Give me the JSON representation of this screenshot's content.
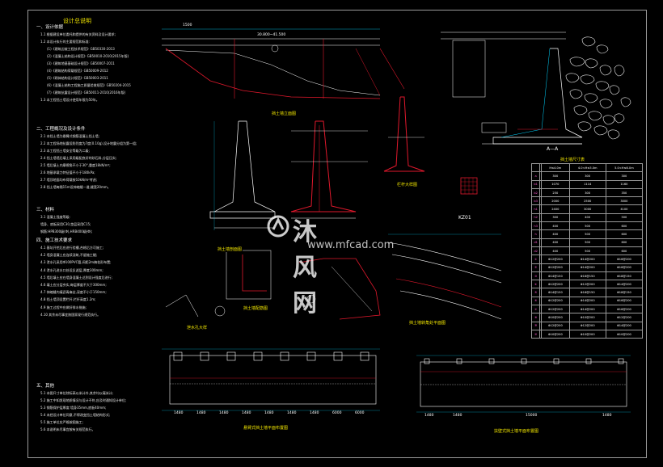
{
  "sheet_title": "设计总说明",
  "sections": {
    "s1": {
      "heading": "一、设计依据",
      "lines": [
        "1.1 根据建设单位委托和提供的有关资料及设计要求;",
        "1.2 本设计执行的主要规范和标准:",
        "(1)《建筑边坡工程技术规范》GB50330-2013",
        "(2)《混凝土结构设计规范》GB50010-2010(2015年版)",
        "(3)《建筑地基基础设计规范》GB50007-2011",
        "(4)《建筑结构荷载规范》GB50009-2012",
        "(5)《砌体结构设计规范》GB50003-2011",
        "(6)《混凝土结构工程施工质量验收规范》GB50204-2015",
        "(7)《建筑抗震设计规范》GB50011-2010(2016年版)",
        "1.3 本工程挡土墙设计使用年限为50年。"
      ]
    },
    "s2": {
      "heading": "二、工程概况及设计条件",
      "lines": [
        "2.1 本挡土墙为悬臂式钢筋混凝土挡土墙;",
        "2.2 本工程场地抗震设防烈度为7度(0.10g),设计地震分组为第一组;",
        "2.3 本工程挡土墙安全等级为二级;",
        "2.4 挡土墙墙后填土采用级配良好的砂石料,分层压实;",
        "2.5 墙后填土内摩擦角不小于30°,重度18kN/m³;",
        "2.6 地基承载力特征值不小于180kPa;",
        "2.7 墙顶地面均布荷载按10kN/m²考虑;",
        "2.8 挡土墙每隔15m设伸缩缝一道,缝宽20mm。"
      ]
    },
    "s3": {
      "heading": "三、材料",
      "lines": [
        "3.1 混凝土强度等级:",
        "墙身、底板采用C30,垫层采用C15;",
        "钢筋:HPB300级(Φ),HRB400级(Φ);"
      ]
    },
    "s4": {
      "heading": "四、施工技术要求",
      "lines": [
        "4.1 基坑开挖后应进行验槽,合格后方可施工;",
        "4.2 墙身混凝土应连续浇筑,不留施工缝;",
        "4.3 泄水孔采用Φ100PVC管,间距2m梅花形布置;",
        "4.4 泄水孔进水口处设反滤层,厚度300mm;",
        "4.5 墙后填土应在墙身混凝土达到设计强度后进行;",
        "4.6 填土应分层夯实,每层厚度不大于300mm;",
        "4.7 伸缩缝内填沥青麻丝,深度不小于150mm;",
        "4.8 挡土墙顶设置栏杆,栏杆高度1.2m;",
        "4.9 施工过程中应做好排水措施;",
        "4.10 其余未尽事宜按国家现行规范执行。"
      ]
    },
    "s5": {
      "heading": "五、其他",
      "lines": [
        "5.1 本图尺寸单位除标高以米计外,其余均以毫米计;",
        "5.2 施工中如发现地质情况与设计不符,应及时通知设计单位;",
        "5.3 钢筋保护层厚度:墙身35mm,底板40mm;",
        "5.4 未经设计单位同意,不得改变挡土墙结构形式;",
        "5.5 施工单位应严格按图施工;",
        "5.6 本说明未尽事宜按有关规范执行。"
      ]
    }
  },
  "drawing_labels": {
    "wall_elevation": "挡土墙立面图",
    "wall_section": "挡土墙剖面图",
    "railing_detail": "栏杆大样图",
    "column": "KZ01",
    "aa": "A—A",
    "rebar_detail": "挡土墙配筋图",
    "drain_detail": "泄水孔大样",
    "plan_left": "悬臂式挡土墙平面布置图",
    "plan_right": "扶壁式挡土墙平面布置图",
    "curve_plan": "挡土墙转角处平面图",
    "table_title": "挡土墙尺寸表"
  },
  "dimensions": {
    "plan_left": [
      "1480",
      "1480",
      "1480",
      "1480",
      "1480",
      "1480",
      "1480",
      "6000",
      "6000"
    ],
    "plan_right": [
      "1480",
      "1480",
      "15000",
      "1480"
    ],
    "elev_top": [
      "30.800~41.500",
      "1500"
    ]
  },
  "table": {
    "headers": [
      "",
      "",
      "H≤4.0m",
      "4.0<H≤5.0m",
      "5.0<H≤6.0m"
    ],
    "rows": [
      [
        "a",
        "",
        "300",
        "300",
        "300"
      ],
      [
        "b1",
        "",
        "1070",
        "1114",
        "1160"
      ],
      [
        "b2",
        "",
        "250",
        "300",
        "350"
      ],
      [
        "b3",
        "",
        "2000",
        "2500",
        "3000"
      ],
      [
        "h1",
        "",
        "2400",
        "3000",
        "4100"
      ],
      [
        "h2",
        "",
        "300",
        "400",
        "500"
      ],
      [
        "h3",
        "",
        "400",
        "500",
        "600"
      ],
      [
        "h",
        "",
        "400",
        "500",
        "600"
      ],
      [
        "d1",
        "",
        "400",
        "500",
        "600"
      ],
      [
        "d2",
        "",
        "400",
        "500",
        "600"
      ],
      [
        "①",
        "",
        "Φ12@200",
        "Φ14@200",
        "Φ16@200"
      ],
      [
        "②",
        "",
        "Φ12@200",
        "Φ14@200",
        "Φ16@200"
      ],
      [
        "③",
        "",
        "Φ14@150",
        "Φ16@150",
        "Φ18@150"
      ],
      [
        "④",
        "",
        "Φ12@200",
        "Φ12@200",
        "Φ14@200"
      ],
      [
        "⑤",
        "",
        "Φ14@150",
        "Φ16@150",
        "Φ18@150"
      ],
      [
        "⑥",
        "",
        "Φ12@200",
        "Φ14@200",
        "Φ16@200"
      ],
      [
        "⑦",
        "",
        "Φ12@200",
        "Φ14@200",
        "Φ16@200"
      ],
      [
        "⑧",
        "",
        "Φ10@200",
        "Φ10@200",
        "Φ12@200"
      ],
      [
        "⑨",
        "",
        "Φ12@200",
        "Φ12@200",
        "Φ14@200"
      ],
      [
        "⑩",
        "",
        "Φ10@200",
        "Φ10@200",
        "Φ10@200"
      ]
    ]
  },
  "watermark": {
    "text": "沐风网",
    "url": "www.mfcad.com"
  },
  "colors": {
    "background": "#000000",
    "frame": "#9a9a9a",
    "rebar": "#e0182c",
    "outline": "#ffffff",
    "title": "#f2e600",
    "dim": "#00d4ff",
    "stone": "#f0f0f0"
  }
}
